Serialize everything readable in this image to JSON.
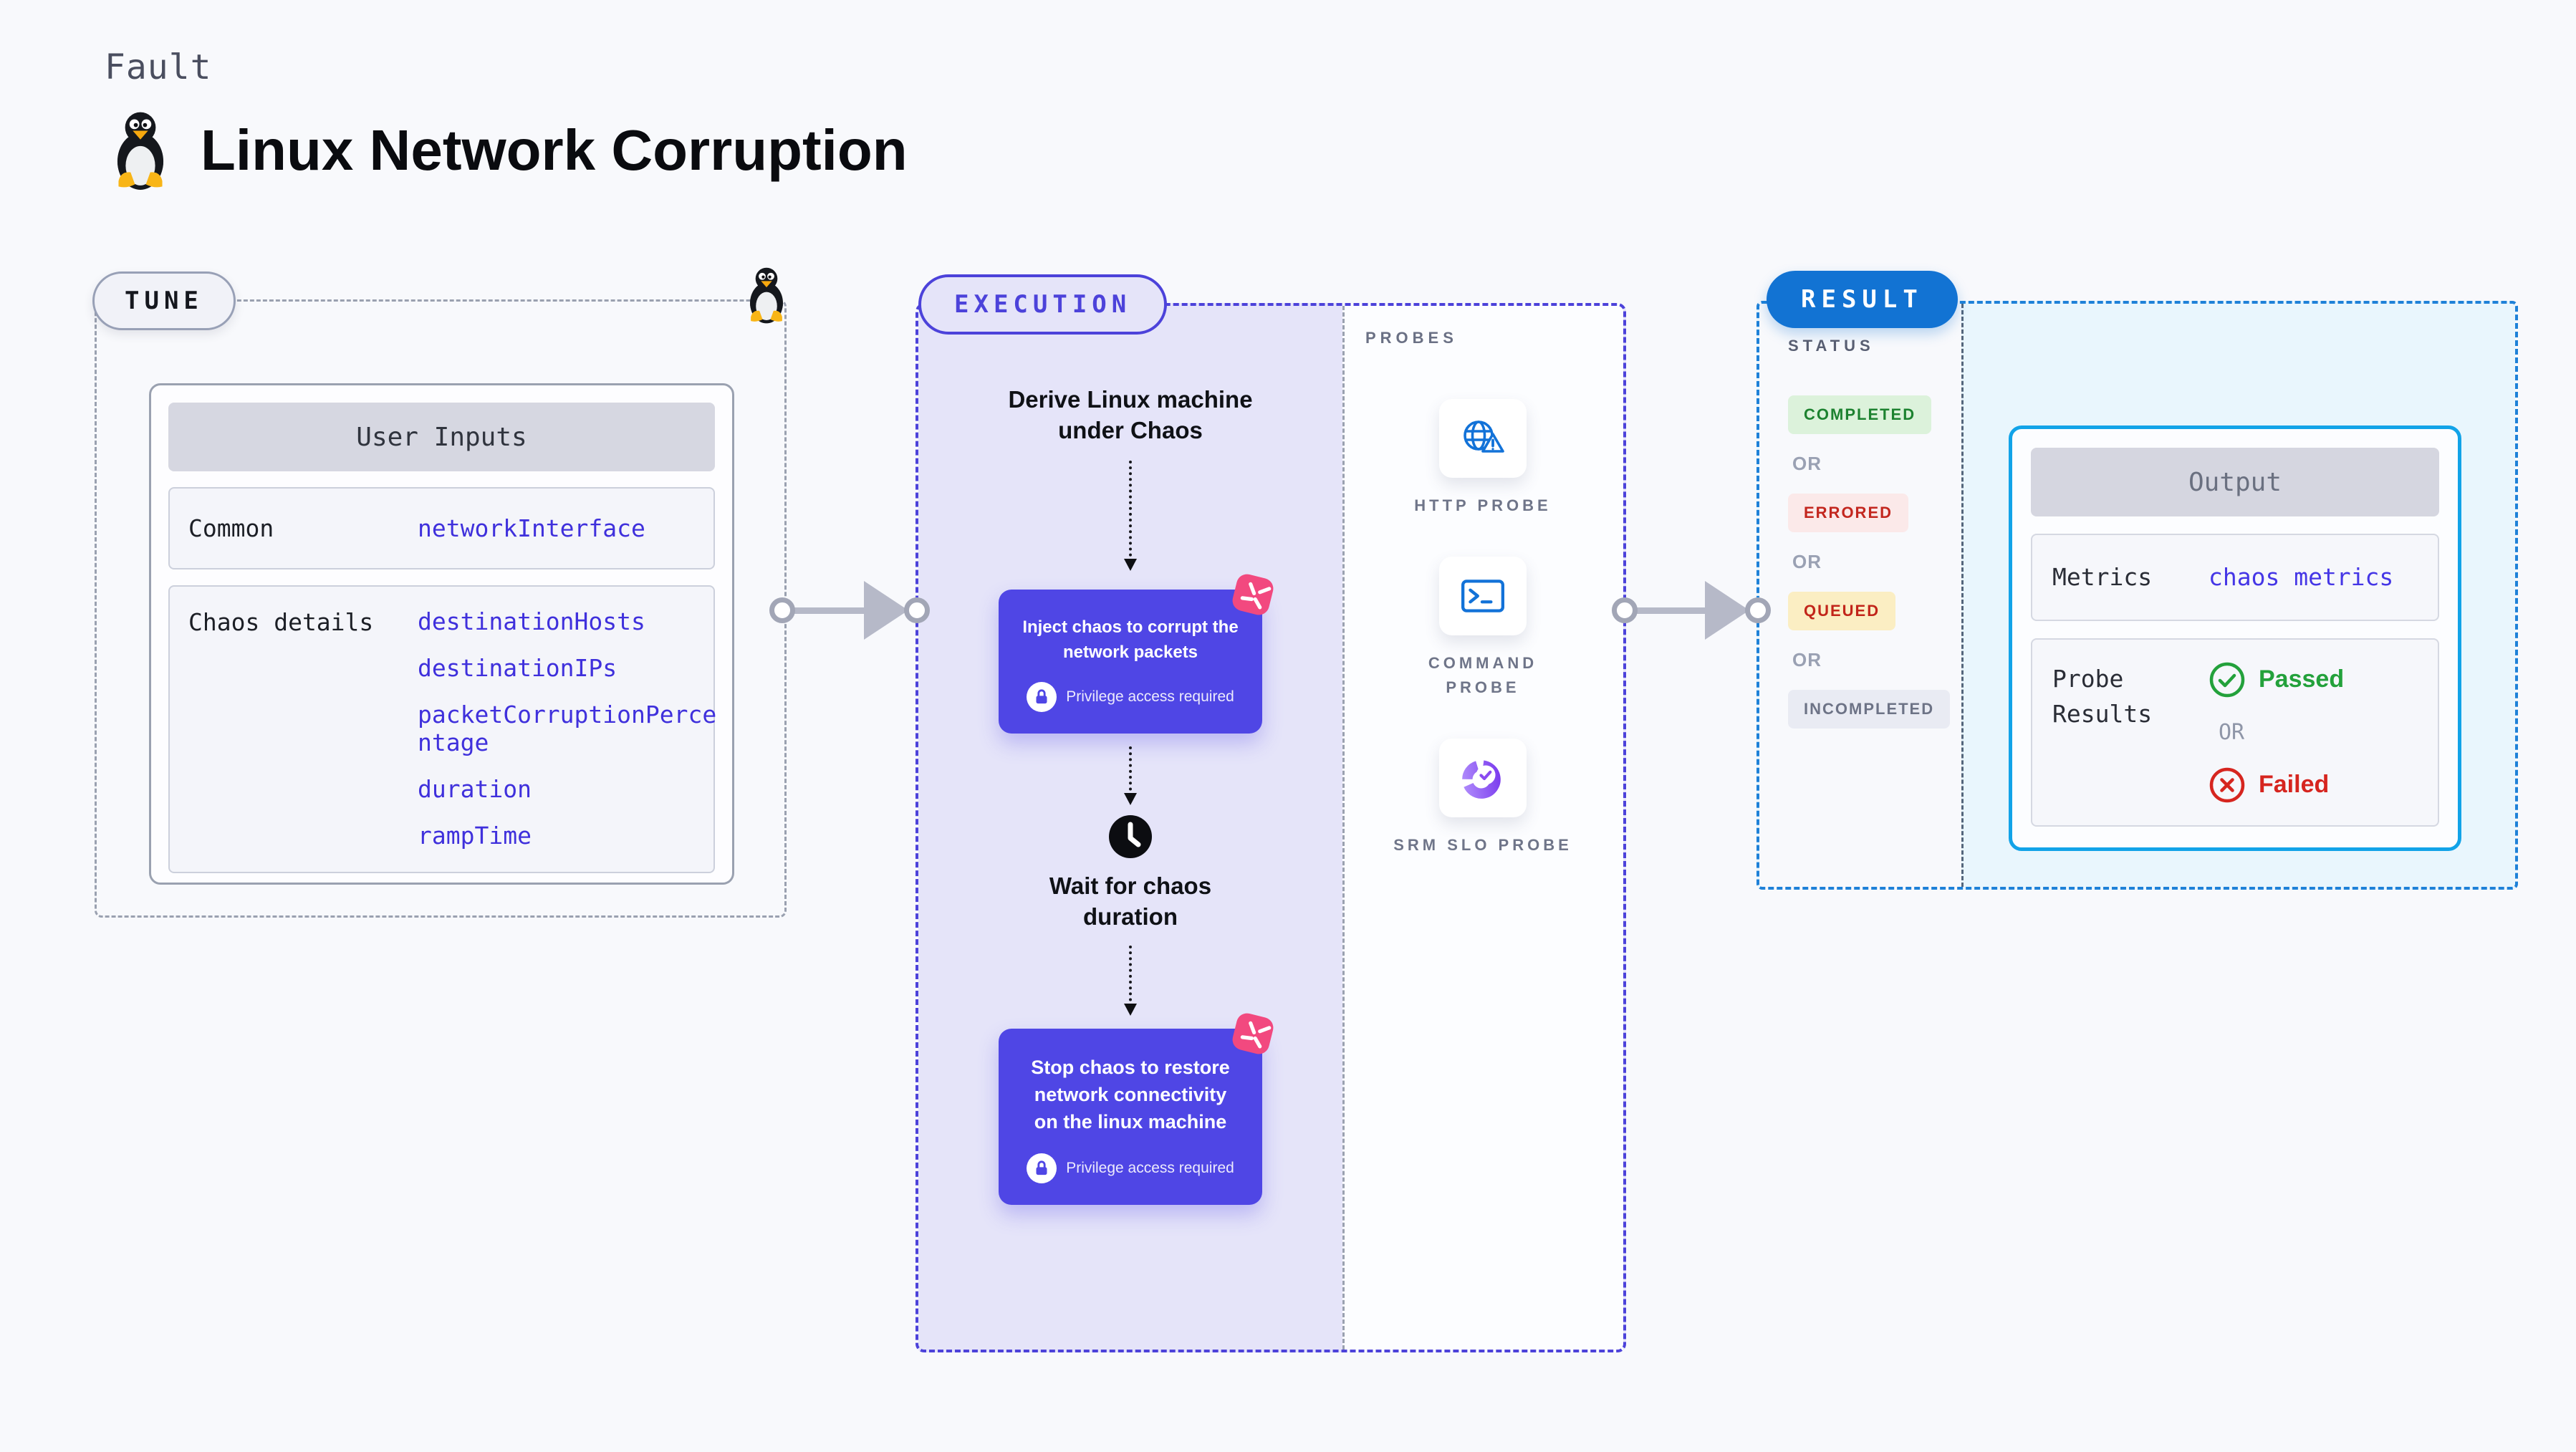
{
  "page": {
    "kicker": "Fault",
    "title": "Linux Network Corruption"
  },
  "tune": {
    "badge": "TUNE",
    "user_inputs": {
      "header": "User Inputs",
      "rows": [
        {
          "label": "Common",
          "values": [
            "networkInterface"
          ]
        },
        {
          "label": "Chaos details",
          "values": [
            "destinationHosts",
            "destinationIPs",
            "packetCorruptionPercentage",
            "duration",
            "rampTime"
          ]
        }
      ]
    }
  },
  "execution": {
    "badge": "EXECUTION",
    "derive_text": "Derive Linux machine under Chaos",
    "inject_text": "Inject chaos to corrupt the network packets",
    "wait_text": "Wait for chaos duration",
    "stop_text": "Stop chaos to restore network connectivity on the linux machine",
    "privilege_note": "Privilege access required"
  },
  "probes": {
    "label": "PROBES",
    "items": [
      {
        "label": "HTTP PROBE",
        "icon": "globe-warning-icon"
      },
      {
        "label": "COMMAND PROBE",
        "icon": "terminal-icon"
      },
      {
        "label": "SRM SLO PROBE",
        "icon": "donut-check-icon"
      }
    ]
  },
  "result": {
    "badge": "RESULT",
    "status": {
      "label": "STATUS",
      "or": "OR",
      "badges": [
        {
          "text": "COMPLETED"
        },
        {
          "text": "ERRORED"
        },
        {
          "text": "QUEUED"
        },
        {
          "text": "INCOMPLETED"
        }
      ]
    },
    "output": {
      "header": "Output",
      "metrics_label": "Metrics",
      "metrics_value": "chaos metrics",
      "probe_results_label": "Probe Results",
      "passed": "Passed",
      "or": "OR",
      "failed": "Failed"
    }
  },
  "colors": {
    "accent_indigo": "#4f46e5",
    "execution_border": "#4c42da",
    "lavender_bg": "#e5e4f9",
    "tune_border_gray": "#9aa1b0",
    "result_border": "#1e81d8",
    "result_pill_bg": "#1273d3",
    "output_border": "#12a3e8",
    "output_area_bg": "#e9f6fd",
    "value_blue": "#4334e0",
    "passed_green": "#23a13b",
    "failed_red": "#d6251f",
    "completed_green": "#1d8230",
    "queued_bg": "#fbeec3",
    "errored_bg": "#fbe9e9",
    "arrow_gray": "#b6b9c8",
    "pink_icon": "#f2497f"
  }
}
